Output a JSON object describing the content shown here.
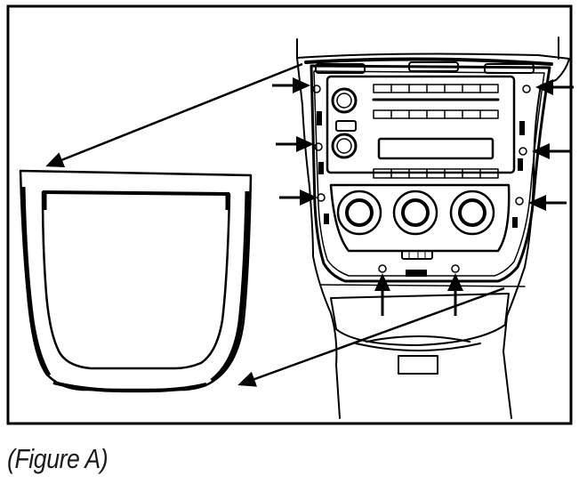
{
  "caption": "(Figure A)",
  "colors": {
    "ink": "#000000",
    "paper": "#ffffff"
  },
  "illustration": {
    "subject": "dash-bezel-removal",
    "parts": [
      "trim-bezel",
      "factory-radio-panel",
      "climate-knobs",
      "release-arrows"
    ]
  }
}
